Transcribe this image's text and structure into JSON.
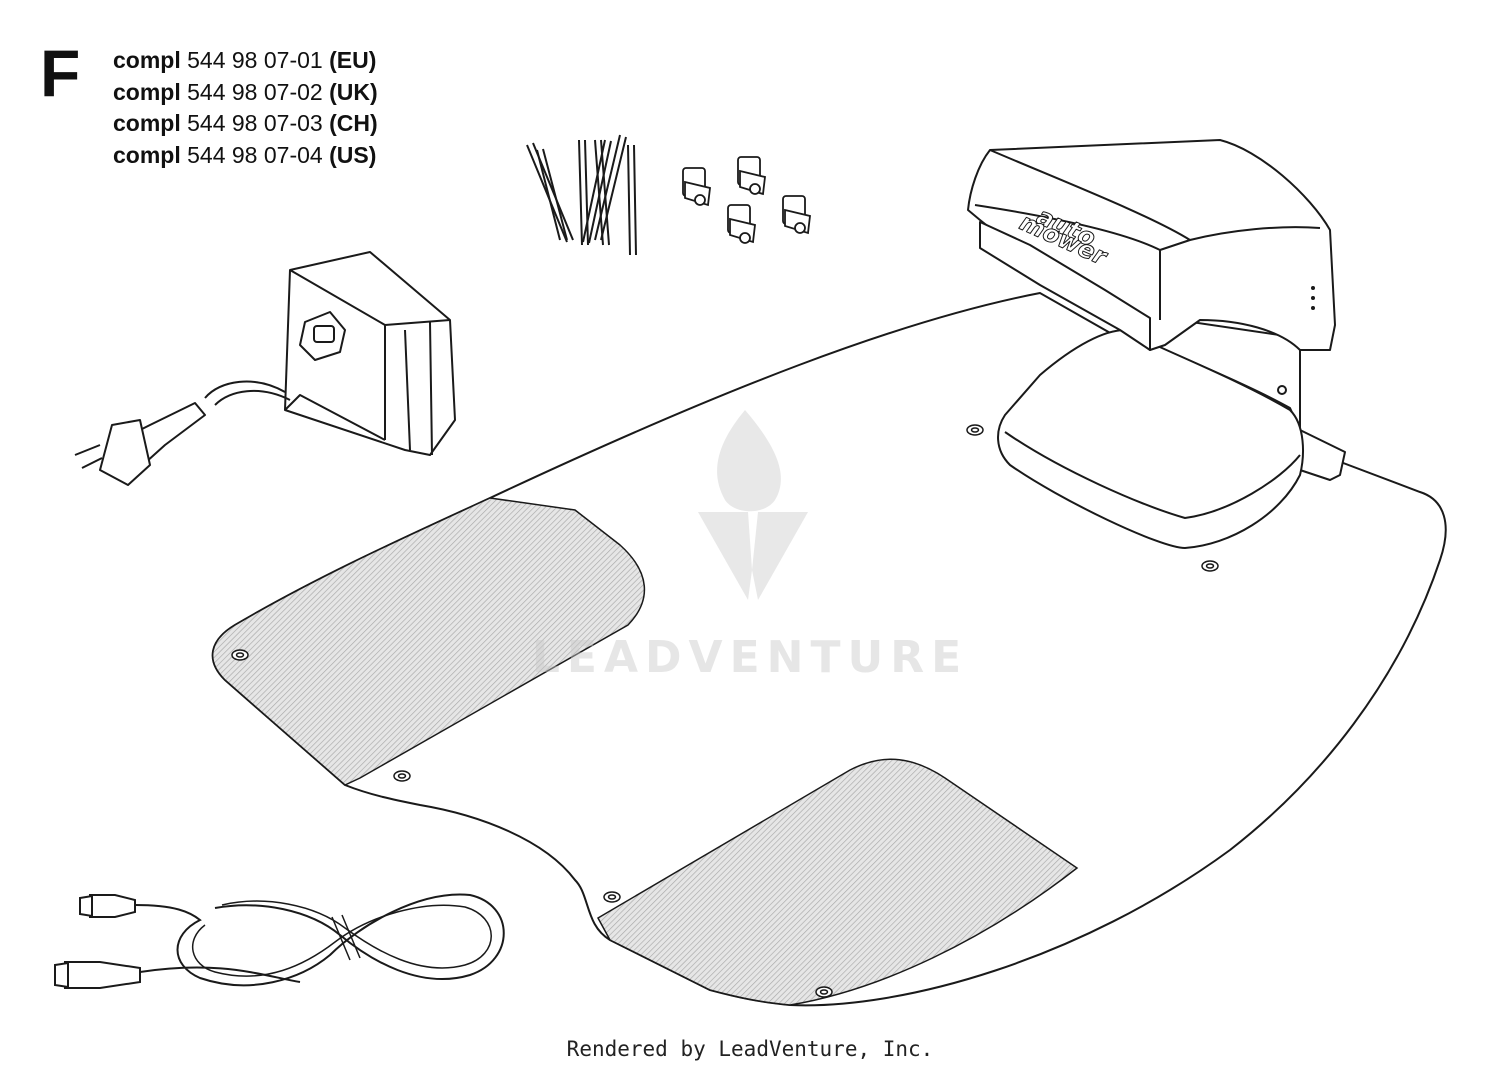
{
  "section": {
    "letter": "F"
  },
  "parts": [
    {
      "prefix": "compl",
      "number": "544 98 07-01",
      "region": "(EU)"
    },
    {
      "prefix": "compl",
      "number": "544 98 07-02",
      "region": "(UK)"
    },
    {
      "prefix": "compl",
      "number": "544 98 07-03",
      "region": "(CH)"
    },
    {
      "prefix": "compl",
      "number": "544 98 07-04",
      "region": "(US)"
    }
  ],
  "station_brand": {
    "line1": "auto",
    "line2": "mower"
  },
  "watermark": {
    "text": "LEADVENTURE"
  },
  "footer": {
    "text": "Rendered by LeadVenture, Inc."
  },
  "colors": {
    "line": "#1a1a1a",
    "hatch": "#bdbdbd",
    "watermark": "#d4d4d4"
  }
}
